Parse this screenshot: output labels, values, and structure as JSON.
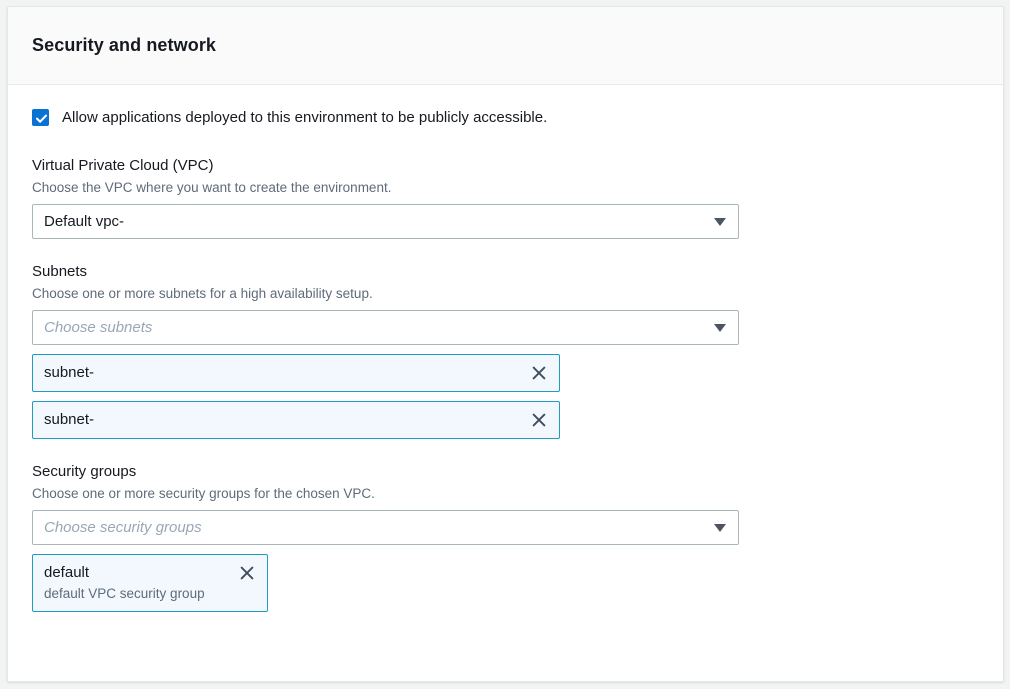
{
  "panel": {
    "title": "Security and network"
  },
  "public_access": {
    "label": "Allow applications deployed to this environment to be publicly accessible.",
    "checked": true,
    "icon": "checkmark-icon",
    "accent_color": "#0972d3"
  },
  "vpc": {
    "label": "Virtual Private Cloud (VPC)",
    "description": "Choose the VPC where you want to create the environment.",
    "selected": "Default vpc-",
    "caret_icon": "chevron-down-icon"
  },
  "subnets": {
    "label": "Subnets",
    "description": "Choose one or more subnets for a high availability setup.",
    "placeholder": "Choose subnets",
    "caret_icon": "chevron-down-icon",
    "tokens": [
      {
        "title": "subnet-",
        "dismiss_icon": "close-icon"
      },
      {
        "title": "subnet-",
        "dismiss_icon": "close-icon"
      }
    ]
  },
  "security_groups": {
    "label": "Security groups",
    "description": "Choose one or more security groups for the chosen VPC.",
    "placeholder": "Choose security groups",
    "caret_icon": "chevron-down-icon",
    "tokens": [
      {
        "title": "default",
        "subtitle": "default VPC security group",
        "dismiss_icon": "close-icon"
      }
    ]
  },
  "colors": {
    "token_border": "#1f9cc0",
    "token_fill": "#f2f8fd",
    "input_border": "#aab7b8",
    "text_primary": "#16191f",
    "text_secondary": "#5f6b7a"
  }
}
